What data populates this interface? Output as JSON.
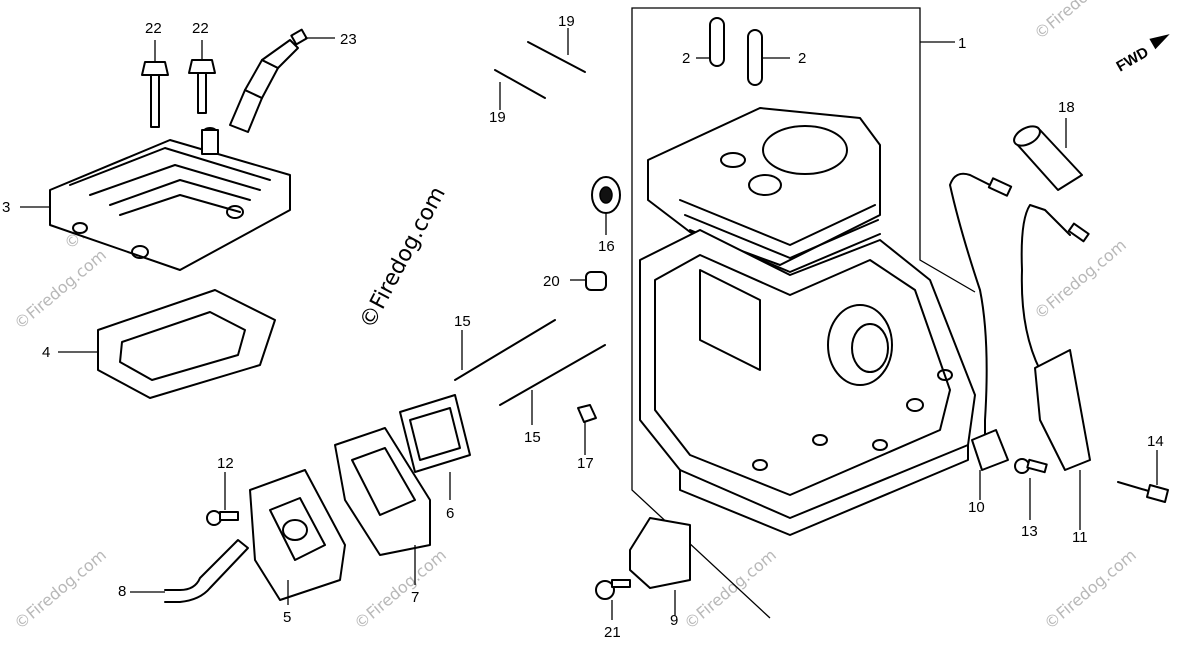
{
  "diagram": {
    "watermark_center": "©Firedog.com",
    "watermarks": [
      "©Firedog.com",
      "©Firedog.com",
      "©Firedog.com",
      "©Firedog.com",
      "©Firedog.com",
      "©Firedog.com",
      "©Firedog.com",
      "©Firedog.com"
    ],
    "direction_label": "FWD",
    "callouts": [
      "1",
      "2",
      "2",
      "3",
      "4",
      "5",
      "6",
      "7",
      "8",
      "9",
      "10",
      "11",
      "12",
      "13",
      "14",
      "15",
      "15",
      "16",
      "17",
      "18",
      "19",
      "19",
      "20",
      "21",
      "22",
      "22",
      "23"
    ]
  }
}
